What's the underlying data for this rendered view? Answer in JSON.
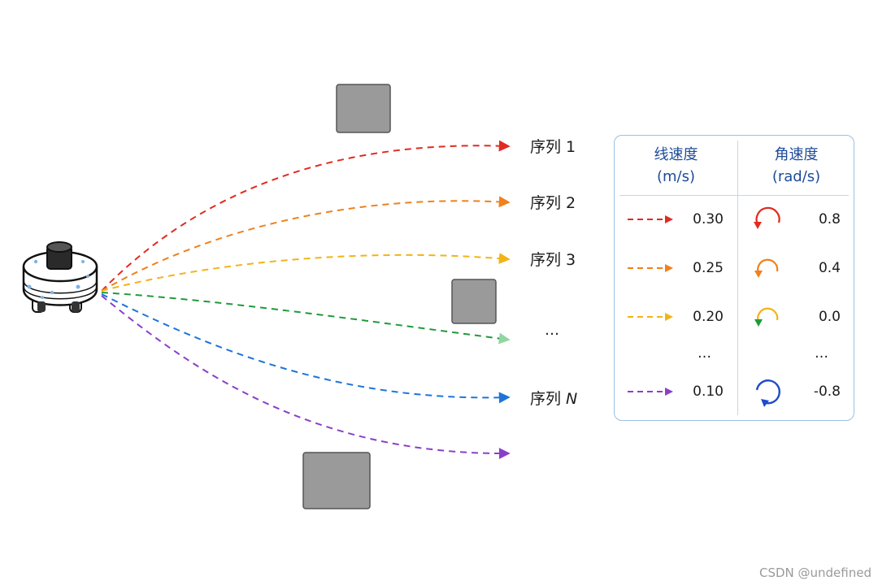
{
  "trajectories": [
    {
      "label": "序列 1",
      "color": "#e02b20"
    },
    {
      "label": "序列 2",
      "color": "#f0811c"
    },
    {
      "label": "序列 3",
      "color": "#f2b316"
    },
    {
      "label": "",
      "color": "#1f9b3a"
    },
    {
      "label": "序列 N",
      "color": "#1d74d8"
    },
    {
      "label": "",
      "color": "#8a3fc9"
    }
  ],
  "ellipsis": "…",
  "legend": {
    "linear_header": "线速度",
    "linear_unit": "(m/s)",
    "angular_header": "角速度",
    "angular_unit": "(rad/s)",
    "rows": [
      {
        "color": "#e02b20",
        "linear": "0.30",
        "angular": "0.8",
        "turn": "ccw"
      },
      {
        "color": "#f0811c",
        "linear": "0.25",
        "angular": "0.4",
        "turn": "ccw"
      },
      {
        "color": "#f2b316",
        "linear": "0.20",
        "angular": "0.0",
        "turn": "ccw"
      },
      {
        "color": "#1d4bc8",
        "linear": "0.10",
        "angular": "-0.8",
        "turn": "cw"
      }
    ],
    "ellipsis": "…"
  },
  "watermark": "CSDN @undefined"
}
